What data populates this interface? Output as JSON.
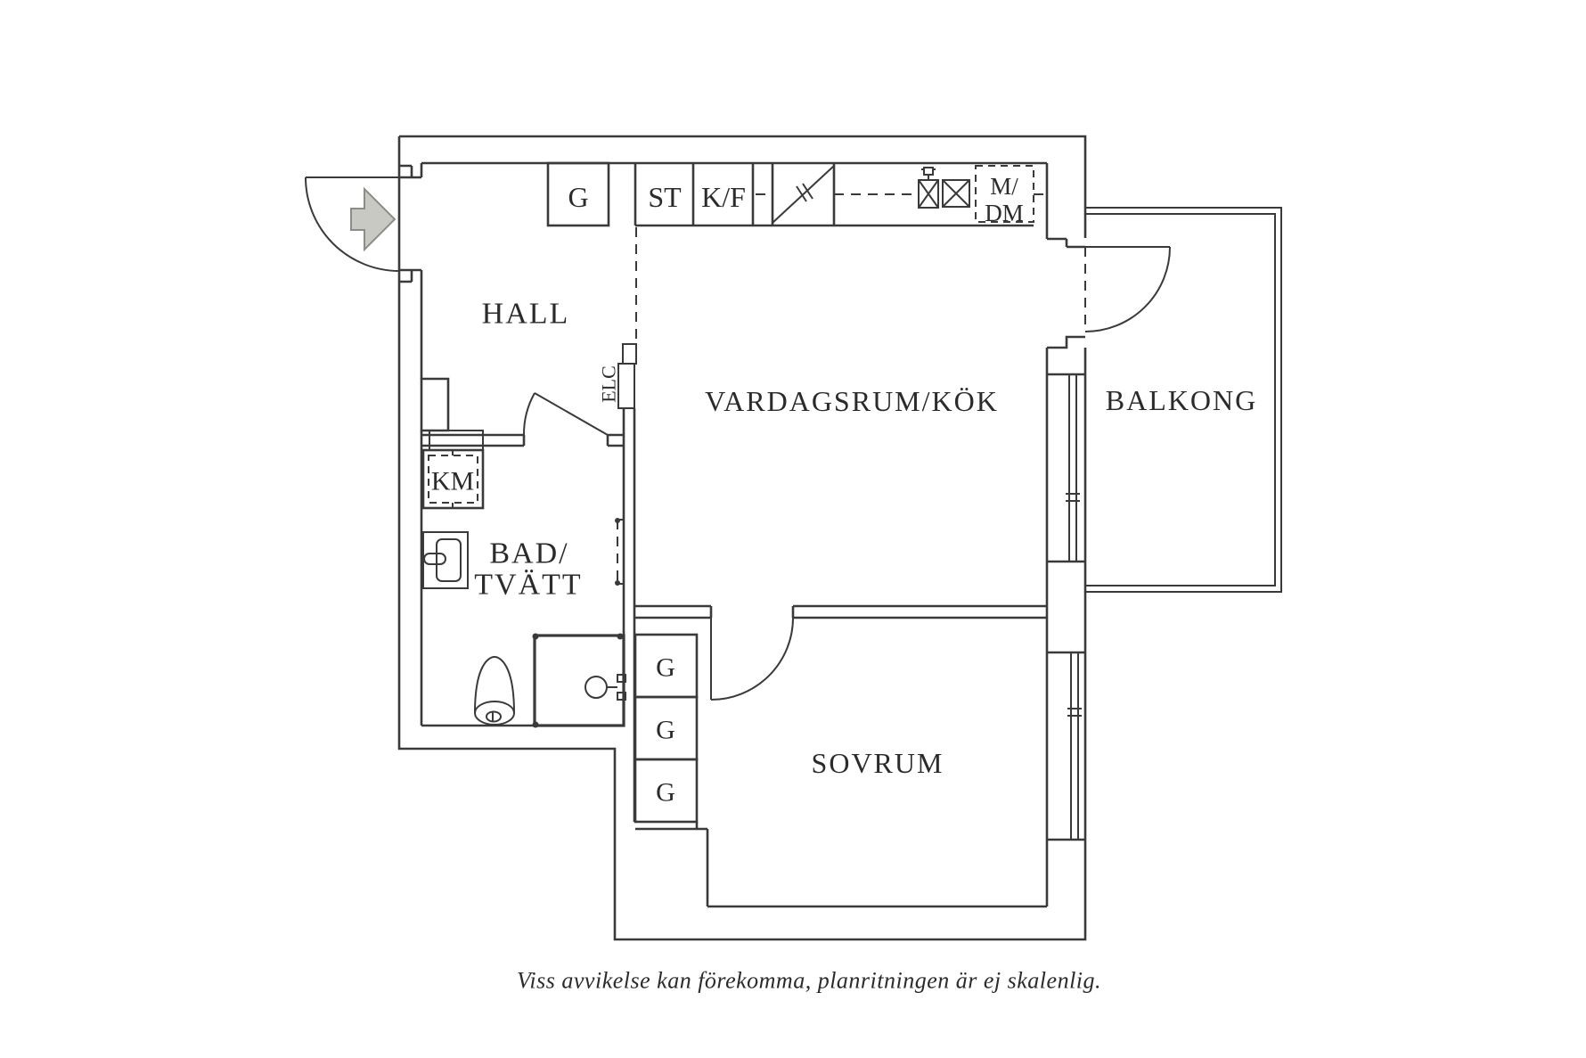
{
  "plan": {
    "rooms": {
      "hall": "HALL",
      "living": "VARDAGSRUM/KÖK",
      "balcony": "BALKONG",
      "bath_line1": "BAD/",
      "bath_line2": "TVÄTT",
      "bedroom": "SOVRUM"
    },
    "fixtures": {
      "hall_wardrobe": "G",
      "cleaning_closet": "ST",
      "fridge_freezer": "K/F",
      "micro_dishwasher_line1": "M/",
      "micro_dishwasher_line2": "DM",
      "washing_machine": "KM",
      "electrical_cabinet": "ELC",
      "bedroom_wardrobe_1": "G",
      "bedroom_wardrobe_2": "G",
      "bedroom_wardrobe_3": "G"
    },
    "caption": "Viss avvikelse kan förekomma, planritningen är ej skalenlig.",
    "colors": {
      "line": "#3a3a3a",
      "arrow_fill": "#c9c9c4",
      "arrow_stroke": "#8d8d88",
      "background": "#ffffff"
    }
  }
}
